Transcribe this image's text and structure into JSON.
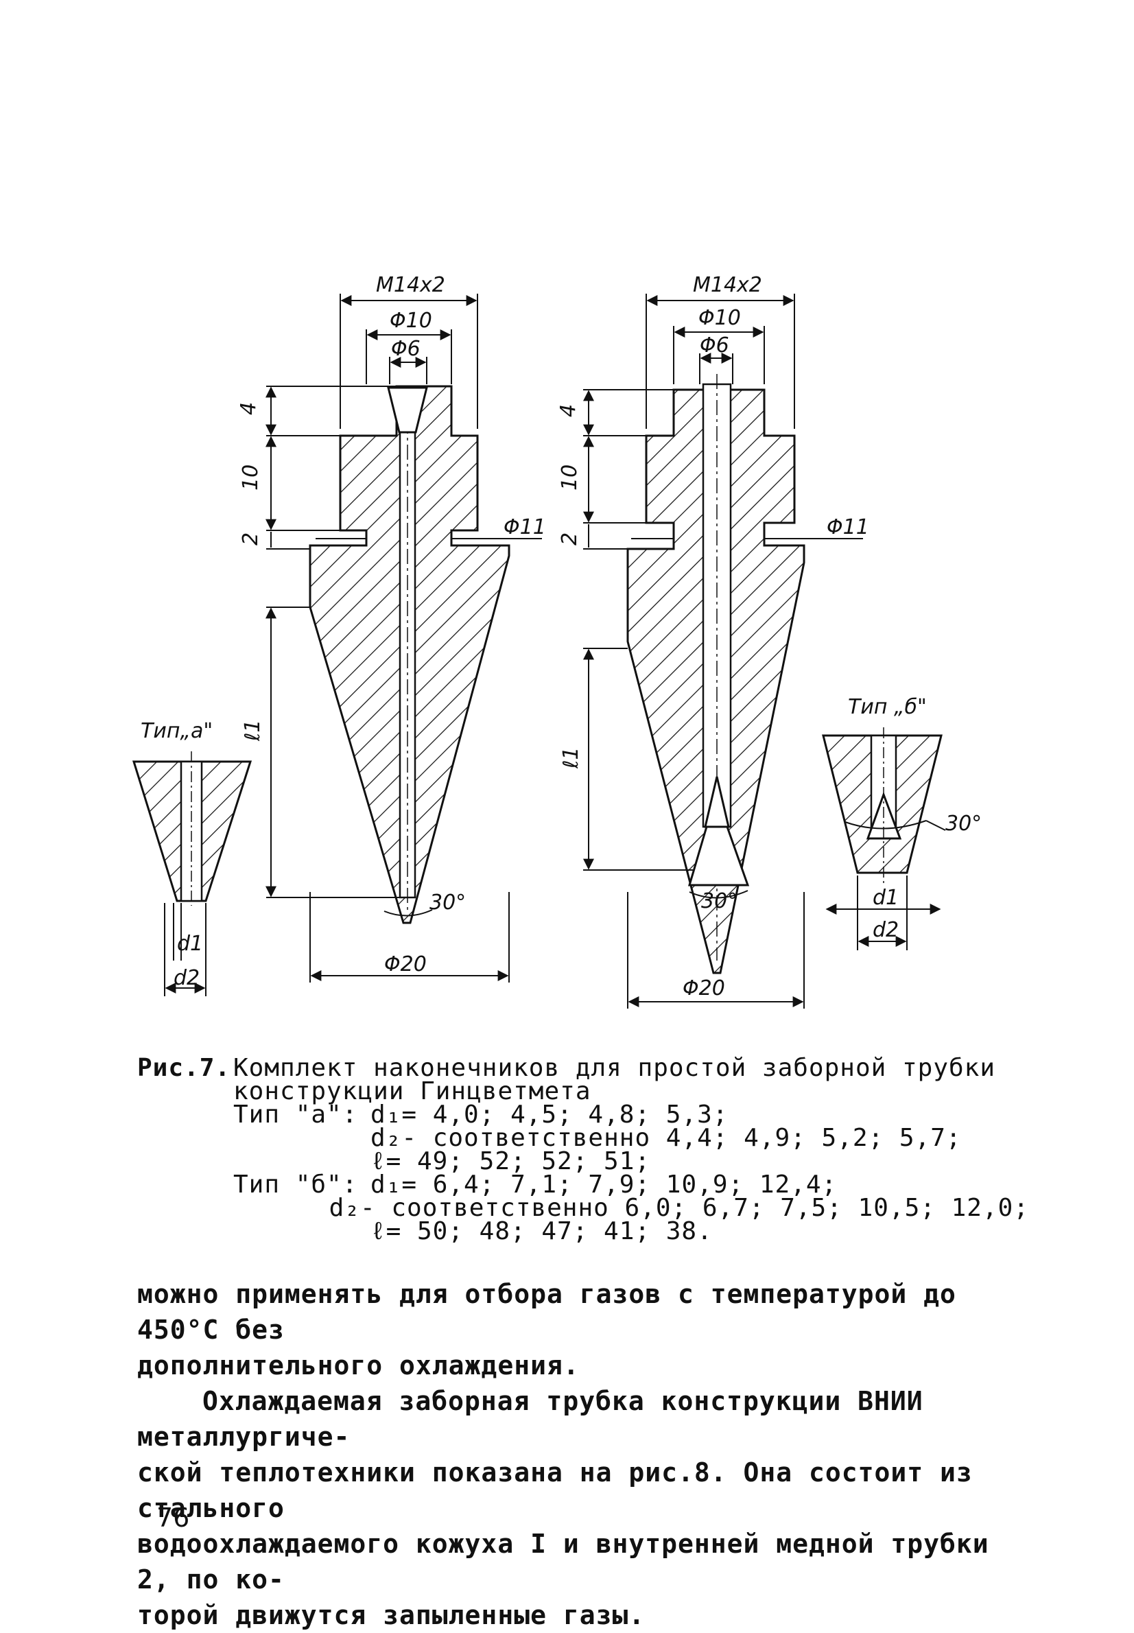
{
  "figure": {
    "left_part": {
      "thread_label": "M14x2",
      "d10_label": "Φ10",
      "d6_label": "Φ6",
      "dim_4": "4",
      "dim_10": "10",
      "dim_2": "2",
      "d11_label": "Φ11",
      "l1_label": "ℓ1",
      "angle_label": "30°",
      "d20_label": "Φ20",
      "type_label": "Тип„а\"",
      "d1_label": "d1",
      "d2_label": "d2"
    },
    "right_part": {
      "thread_label": "M14x2",
      "d10_label": "Φ10",
      "d6_label": "Φ6",
      "dim_4": "4",
      "dim_10": "10",
      "dim_2": "2",
      "d11_label": "Φ11",
      "l1_label": "ℓ1",
      "angle_label": "30°",
      "d20_label": "Φ20",
      "type_label": "Тип „б\"",
      "angle_detail_label": "30°",
      "d1_label": "d1",
      "d2_label": "d2"
    }
  },
  "caption": {
    "fig_no": "Рис.7.",
    "title_line1": "Комплект наконечников для простой заборной трубки",
    "title_line2": "конструкции Гинцветмета",
    "type_a_label": "Тип \"а\":",
    "type_a_d1": "d₁= 4,0; 4,5; 4,8; 5,3;",
    "type_a_d2": "d₂- соответственно 4,4; 4,9; 5,2; 5,7;",
    "type_a_l": "ℓ= 49; 52; 52; 51;",
    "type_b_label": "Тип \"б\":",
    "type_b_d1": "d₁= 6,4; 7,1; 7,9; 10,9; 12,4;",
    "type_b_d2": "d₂- соответственно 6,0; 6,7; 7,5; 10,5; 12,0;",
    "type_b_l": "ℓ= 50; 48; 47; 41; 38."
  },
  "body": {
    "para1_line1": "можно применять для отбора газов с температурой до 450°С без",
    "para1_line2": "дополнительного охлаждения.",
    "para2_line1": "Охлаждаемая заборная трубка конструкции ВНИИ металлургиче-",
    "para2_line2": "ской теплотехники показана на рис.8. Она состоит из стального",
    "para2_line3": "водоохлаждаемого кожуха I и внутренней медной трубки 2, по ко-",
    "para2_line4": "торой движутся запыленные газы."
  },
  "page_number": "76"
}
